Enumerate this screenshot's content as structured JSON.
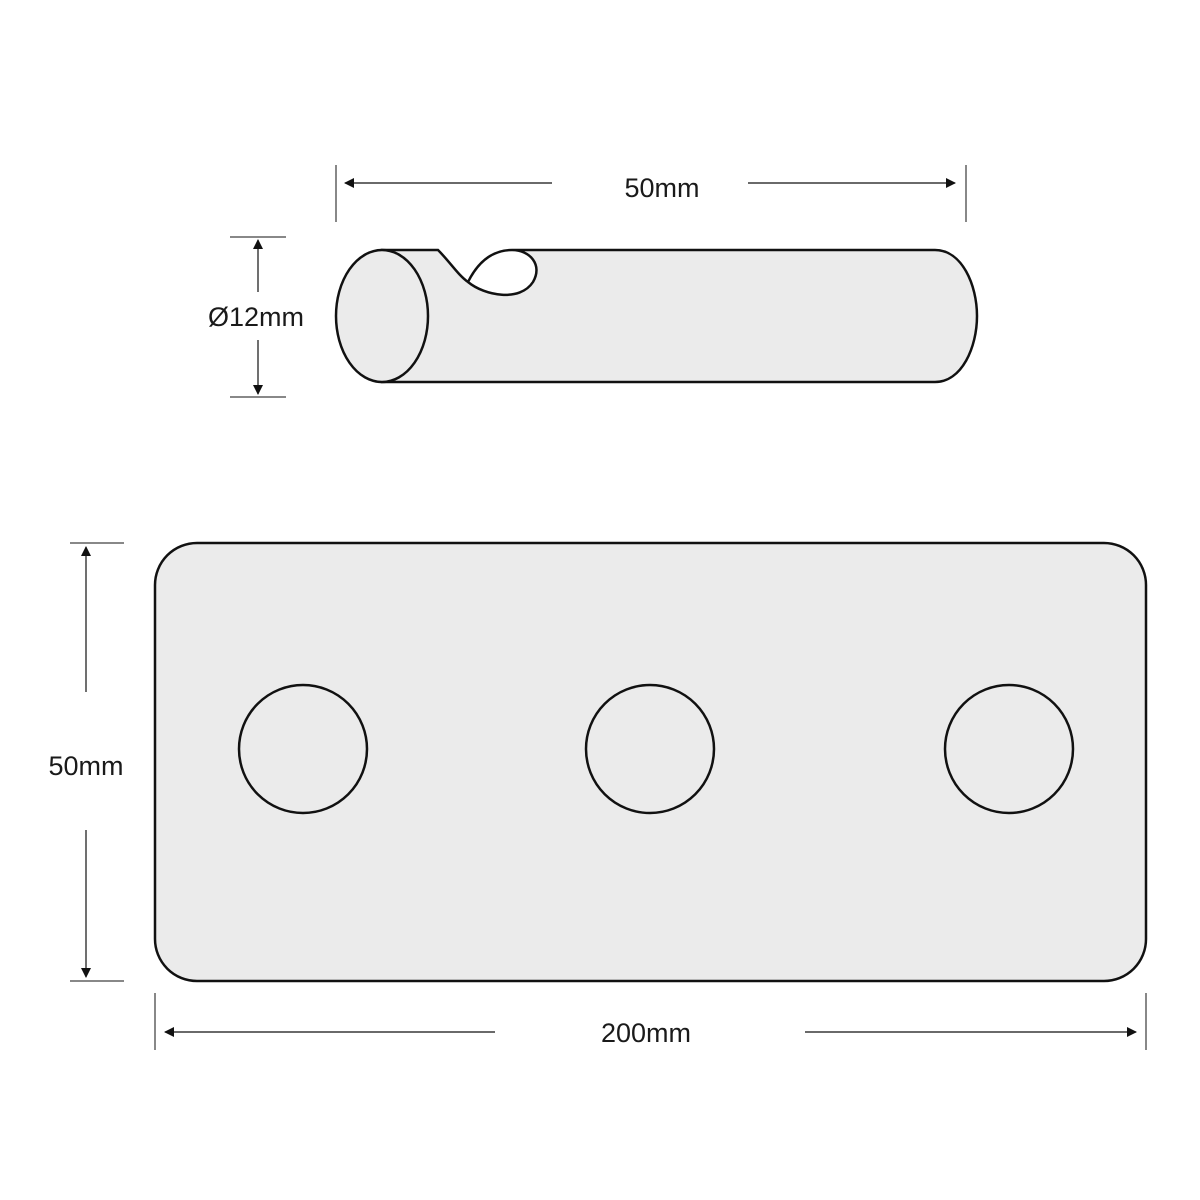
{
  "peg": {
    "length_label": "50mm",
    "diameter_label": "Ø12mm"
  },
  "plate": {
    "height_label": "50mm",
    "width_label": "200mm",
    "hole_count": 3
  },
  "colors": {
    "fill": "#ebebeb",
    "stroke": "#111111"
  }
}
